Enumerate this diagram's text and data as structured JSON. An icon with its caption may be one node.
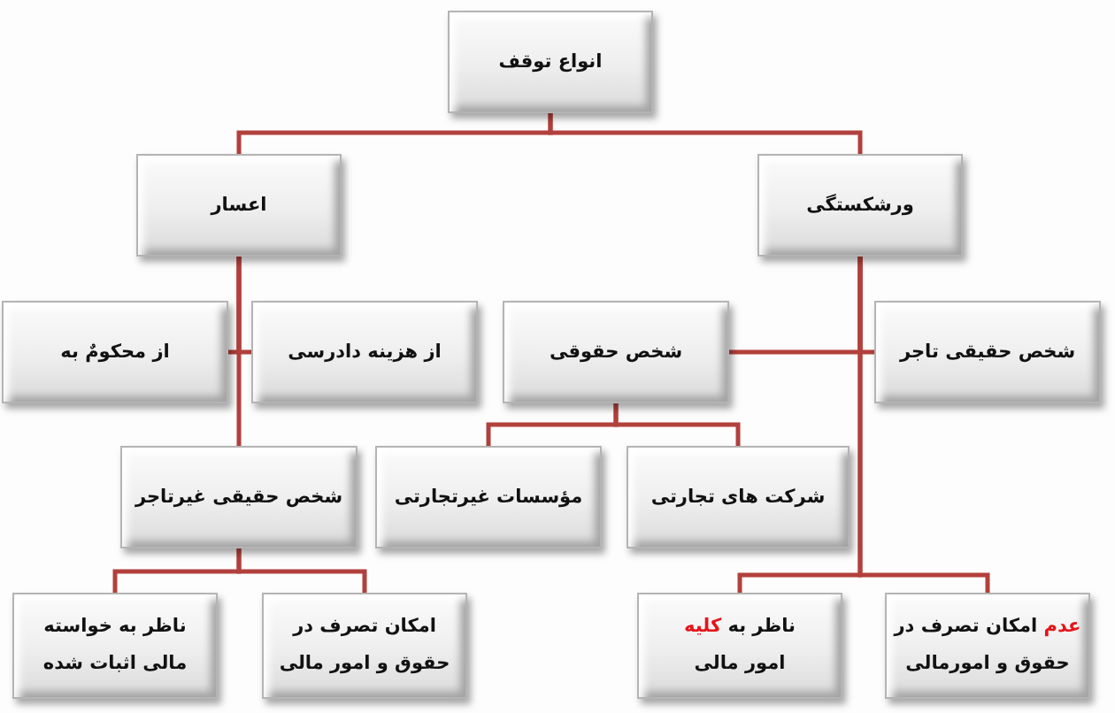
{
  "diagram": {
    "nodes": [
      {
        "text": [
          "انواع توقف"
        ]
      },
      {
        "text": [
          "ورشکستگی"
        ]
      },
      {
        "text": [
          "اعسار"
        ]
      },
      {
        "text": [
          "شخص حقیقی تاجر"
        ]
      },
      {
        "text": [
          "شخص حقوقی"
        ]
      },
      {
        "text": [
          "از هزینه دادرسی"
        ]
      },
      {
        "text": [
          "از محکومٌ به"
        ]
      },
      {
        "text": [
          "شرکت های تجارتی"
        ]
      },
      {
        "text": [
          "مؤسسات غیرتجارتی"
        ]
      },
      {
        "text": [
          "شخص حقیقی غیرتاجر"
        ]
      },
      {
        "text": [
          "*عدم* امکان تصرف در حقوق و امورمالی"
        ]
      },
      {
        "text": [
          "ناظر به *کلیه* امور مالی"
        ]
      },
      {
        "text": [
          "امکان تصرف در حقوق و امور مالی"
        ]
      },
      {
        "text": [
          "ناظر به خواسته مالی اثبات شده"
        ]
      }
    ],
    "edges": [
      {
        "from": 0,
        "to": 1,
        "arrow": "none"
      },
      {
        "from": 0,
        "to": 2,
        "arrow": "none"
      },
      {
        "from": 1,
        "to": 3,
        "arrow": "none"
      },
      {
        "from": 1,
        "to": 4,
        "arrow": "none"
      },
      {
        "from": 1,
        "to": 10,
        "arrow": "none"
      },
      {
        "from": 1,
        "to": 11,
        "arrow": "none"
      },
      {
        "from": 2,
        "to": 5,
        "arrow": "none"
      },
      {
        "from": 2,
        "to": 6,
        "arrow": "none"
      },
      {
        "from": 2,
        "to": 9,
        "arrow": "none"
      },
      {
        "from": 4,
        "to": 7,
        "arrow": "none"
      },
      {
        "from": 4,
        "to": 8,
        "arrow": "none"
      },
      {
        "from": 9,
        "to": 12,
        "arrow": "none"
      },
      {
        "from": 9,
        "to": 13,
        "arrow": "none"
      }
    ]
  }
}
